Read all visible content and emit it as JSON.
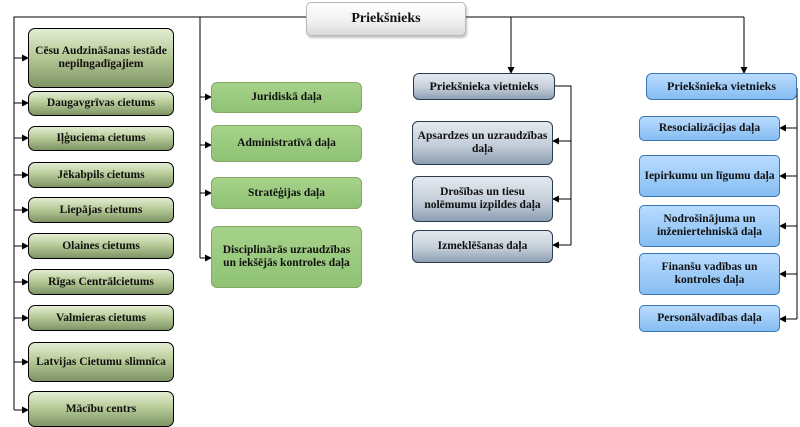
{
  "root": {
    "label": "Priekšnieks"
  },
  "prisons": [
    {
      "label": "Cēsu Audzināšanas iestāde nepilngadīgajiem"
    },
    {
      "label": "Daugavgrīvas cietums"
    },
    {
      "label": "Iļģuciema cietums"
    },
    {
      "label": "Jēkabpils cietums"
    },
    {
      "label": "Liepājas cietums"
    },
    {
      "label": "Olaines cietums"
    },
    {
      "label": "Rīgas Centrālcietums"
    },
    {
      "label": "Valmieras cietums"
    },
    {
      "label": "Latvijas Cietumu slimnīca"
    },
    {
      "label": "Mācību centrs"
    }
  ],
  "departments": [
    {
      "label": "Juridiskā daļa"
    },
    {
      "label": "Administratīvā daļa"
    },
    {
      "label": "Stratēģijas daļa"
    },
    {
      "label": "Disciplinārās uzraudzības un iekšējās kontroles daļa"
    }
  ],
  "deputy1": {
    "label": "Priekšnieka vietnieks",
    "units": [
      {
        "label": "Apsardzes un uzraudzības daļa"
      },
      {
        "label": "Drošības un tiesu nolēmumu izpildes daļa"
      },
      {
        "label": "Izmeklēšanas daļa"
      }
    ]
  },
  "deputy2": {
    "label": "Priekšnieka vietnieks",
    "units": [
      {
        "label": "Resocializācijas daļa"
      },
      {
        "label": "Iepirkumu un līgumu daļa"
      },
      {
        "label": "Nodrošinājuma un inženiertehniskā daļa"
      },
      {
        "label": "Finanšu vadības un kontroles daļa"
      },
      {
        "label": "Personālvadības daļa"
      }
    ]
  }
}
